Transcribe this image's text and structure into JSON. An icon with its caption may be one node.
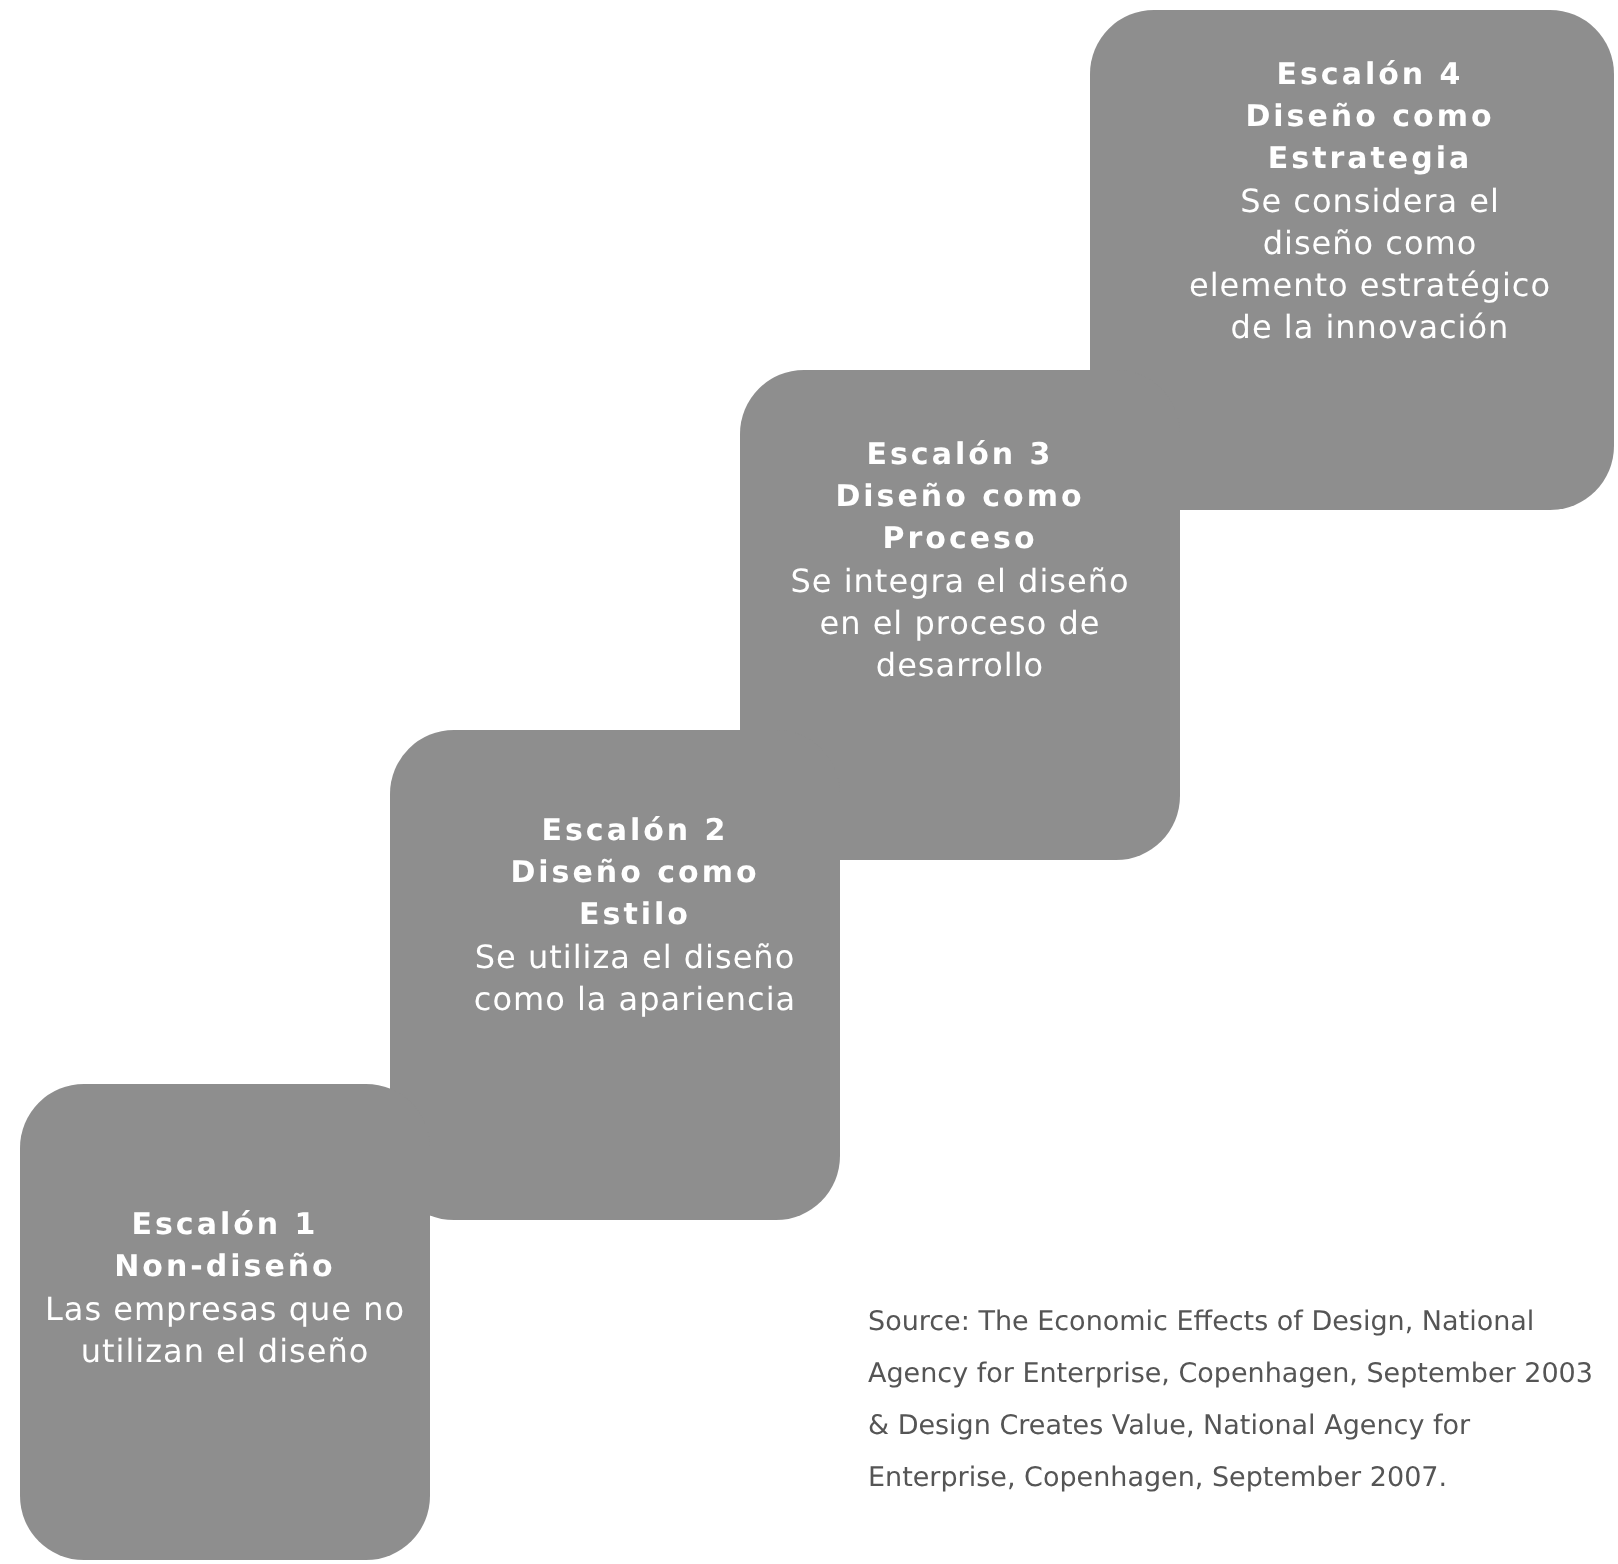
{
  "diagram": {
    "nodes": [
      {
        "text": [
          "Escalón 1",
          "Non-diseño",
          "Las empresas que no utilizan el diseño"
        ]
      },
      {
        "text": [
          "Escalón 2",
          "Diseño como Estilo",
          "Se utiliza el diseño como la apariencia"
        ]
      },
      {
        "text": [
          "Escalón 3",
          "Diseño como Proceso",
          "Se integra el diseño en el proceso de desarrollo"
        ]
      },
      {
        "text": [
          "Escalón 4",
          "Diseño como Estrategia",
          "Se considera el diseño como elemento estratégico de la innovación"
        ]
      }
    ],
    "labels": [
      "Source: The Economic Effects of Design, National Agency for Enterprise, Copenhagen, September 2003 & Design Creates Value, National Agency for Enterprise, Copenhagen, September 2007."
    ]
  }
}
